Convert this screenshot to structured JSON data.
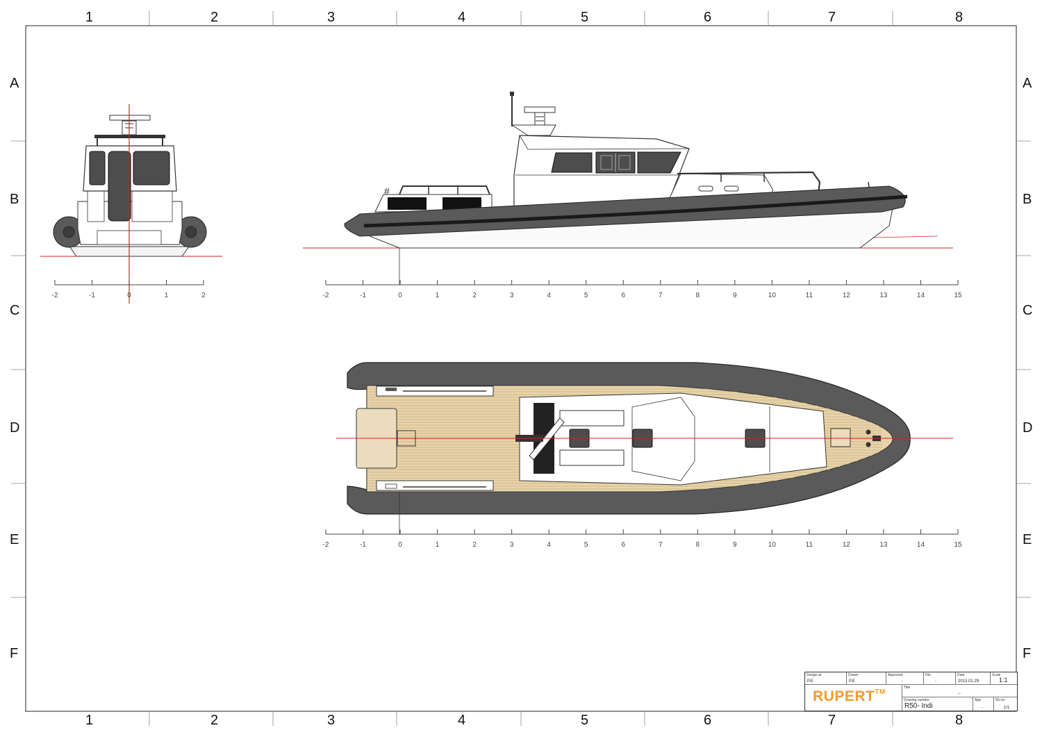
{
  "frame": {
    "columns": [
      "1",
      "2",
      "3",
      "4",
      "5",
      "6",
      "7",
      "8"
    ],
    "rows": [
      "A",
      "B",
      "C",
      "D",
      "E",
      "F"
    ]
  },
  "scales": {
    "end_view_ticks": [
      "-2",
      "-1",
      "0",
      "1",
      "2"
    ],
    "side_view_ticks": [
      "-2",
      "-1",
      "0",
      "1",
      "2",
      "3",
      "4",
      "5",
      "6",
      "7",
      "8",
      "9",
      "10",
      "11",
      "12",
      "13",
      "14",
      "15"
    ],
    "plan_view_ticks": [
      "-2",
      "-1",
      "0",
      "1",
      "2",
      "3",
      "4",
      "5",
      "6",
      "7",
      "8",
      "9",
      "10",
      "11",
      "12",
      "13",
      "14",
      "15"
    ]
  },
  "title_block": {
    "design_label": "Design at",
    "design_value": "P.E",
    "drawn_label": "Drawn",
    "drawn_value": "P.E",
    "approved_label": "Approved",
    "approved_value": "-",
    "file_label": "File",
    "file_value": "-",
    "date_label": "Date",
    "date_value": "2013.01.29",
    "scale_label": "Scale",
    "scale_value": "1:1",
    "title_label": "Title",
    "title_value": "--",
    "drawing_number_label": "Drawing number",
    "drawing_number_value": "R50- Indi",
    "app_label": "App",
    "app_value": "-",
    "sheet_label": "Sh.no.",
    "sheet_value": "1/1",
    "logo_text": "RUPERT",
    "logo_tm": "TM"
  },
  "colors": {
    "tube": "#5a5a5a",
    "tube_stripe": "#1a1a1a",
    "window": "#4d4d4d",
    "deck": "#e7d4aa",
    "deck_plank": "#c9b07c",
    "centerline": "#d61f1f",
    "logo": "#f39a2c"
  }
}
